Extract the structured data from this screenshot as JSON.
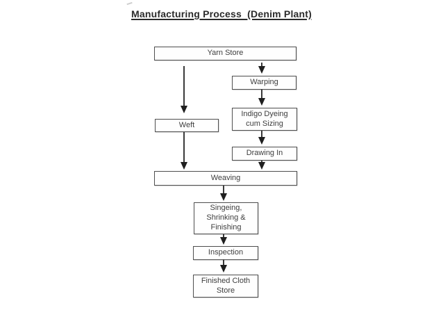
{
  "title": "Manufacturing Process  (Denim Plant)",
  "colors": {
    "background": "#ffffff",
    "box_border": "#4f4f4f",
    "box_fill": "#fefefe",
    "text": "#3d3d3d",
    "arrow": "#3a3a3a"
  },
  "nodes": [
    {
      "id": "yarn-store",
      "label": "Yarn Store"
    },
    {
      "id": "warping",
      "label": "Warping"
    },
    {
      "id": "indigo-dyeing-cum-sizing",
      "label": "Indigo Dyeing\ncum Sizing"
    },
    {
      "id": "drawing-in",
      "label": "Drawing In"
    },
    {
      "id": "weft",
      "label": "Weft"
    },
    {
      "id": "weaving",
      "label": "Weaving"
    },
    {
      "id": "singeing-shrinking-finishing",
      "label": "Singeing,\nShrinking &\nFinishing"
    },
    {
      "id": "inspection",
      "label": "Inspection"
    },
    {
      "id": "finished-cloth-store",
      "label": "Finished Cloth\nStore"
    }
  ],
  "edges": [
    {
      "from": "yarn-store",
      "to": "warping"
    },
    {
      "from": "yarn-store",
      "to": "weft"
    },
    {
      "from": "warping",
      "to": "indigo-dyeing-cum-sizing"
    },
    {
      "from": "indigo-dyeing-cum-sizing",
      "to": "drawing-in"
    },
    {
      "from": "drawing-in",
      "to": "weaving"
    },
    {
      "from": "weft",
      "to": "weaving"
    },
    {
      "from": "weaving",
      "to": "singeing-shrinking-finishing"
    },
    {
      "from": "singeing-shrinking-finishing",
      "to": "inspection"
    },
    {
      "from": "inspection",
      "to": "finished-cloth-store"
    }
  ]
}
